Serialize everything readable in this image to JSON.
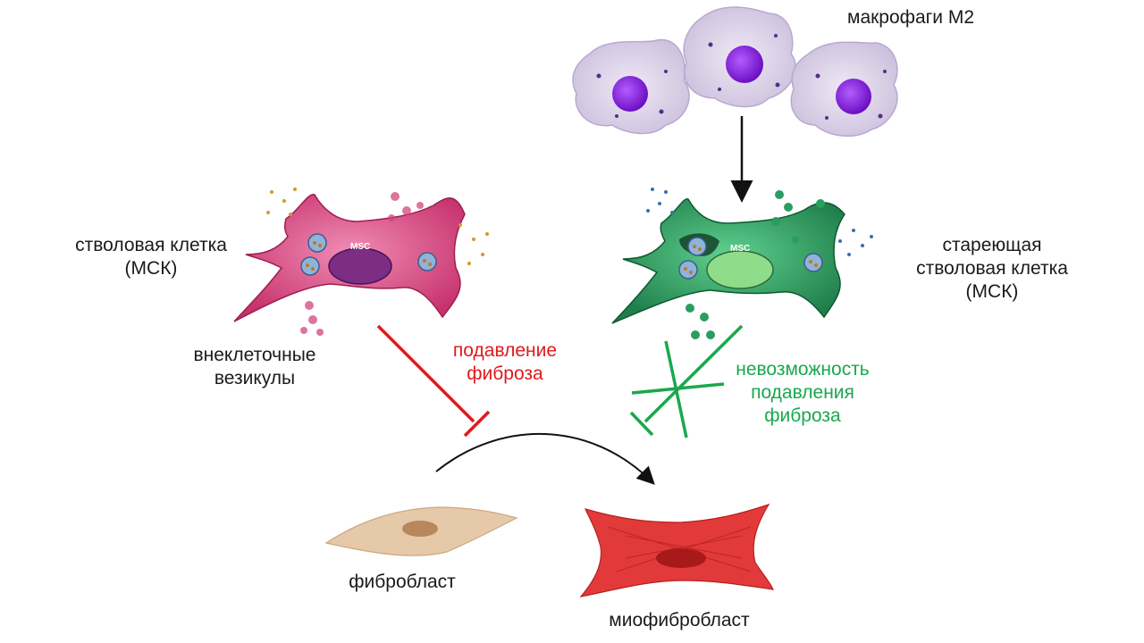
{
  "labels": {
    "m2_macrophages": "макрофаги М2",
    "stem_cell_line1": "стволовая клетка",
    "stem_cell_line2": "(МСК)",
    "senescent_line1": "стареющая",
    "senescent_line2": "стволовая клетка",
    "senescent_line3": "(МСК)",
    "vesicles_line1": "внеклеточные",
    "vesicles_line2": "везикулы",
    "suppression_line1": "подавление",
    "suppression_line2": "фиброза",
    "failure_line1": "невозможность",
    "failure_line2": "подавления",
    "failure_line3": "фиброза",
    "fibroblast": "фибробласт",
    "myofibroblast": "миофибробласт",
    "msc_tag_left": "MSC",
    "msc_tag_right": "MSC"
  },
  "colors": {
    "stem_cell": "#d2457c",
    "senescent_cell": "#2a9d60",
    "macrophage": "#d9cfe6",
    "macrophage_nucleus": "#8a1fe0",
    "inhibit_red": "#e0191e",
    "inhibit_green": "#1aa84d",
    "fibroblast": "#e6c9a8",
    "myofibroblast": "#e23a3a"
  }
}
